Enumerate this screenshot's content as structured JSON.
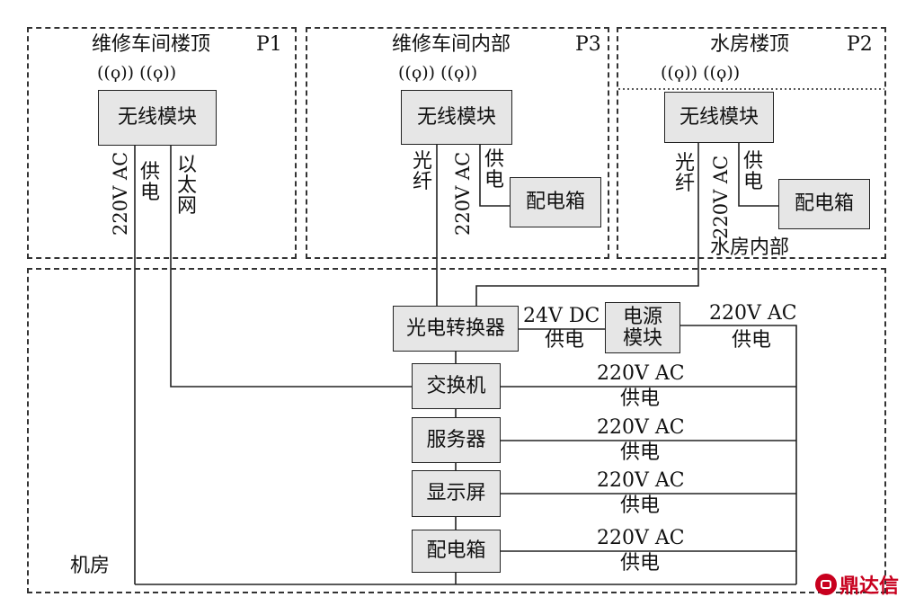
{
  "zones": {
    "p1": {
      "title": "维修车间楼顶",
      "tag": "P1"
    },
    "p3": {
      "title": "维修车间内部",
      "tag": "P3"
    },
    "p2": {
      "title": "水房楼顶",
      "tag": "P2",
      "sublabel": "水房内部"
    },
    "machine_room": {
      "title": "机房"
    }
  },
  "antenna_glyph": "((ϙ)) ((ϙ))",
  "nodes": {
    "wireless_module": "无线模块",
    "distribution_box": "配电箱",
    "optoelectronic_converter": "光电转换器",
    "power_module_line1": "电源",
    "power_module_line2": "模块",
    "switch": "交换机",
    "server": "服务器",
    "display": "显示屏"
  },
  "links": {
    "ac_220v": "220V AC",
    "dc_24v": "24V DC",
    "power_supply": "供电",
    "fiber": "光纤",
    "ethernet": "以太网"
  },
  "watermark": "鼎达信",
  "colors": {
    "line": "#222222",
    "box_fill": "#e6e6e6",
    "watermark": "#c8001e"
  }
}
